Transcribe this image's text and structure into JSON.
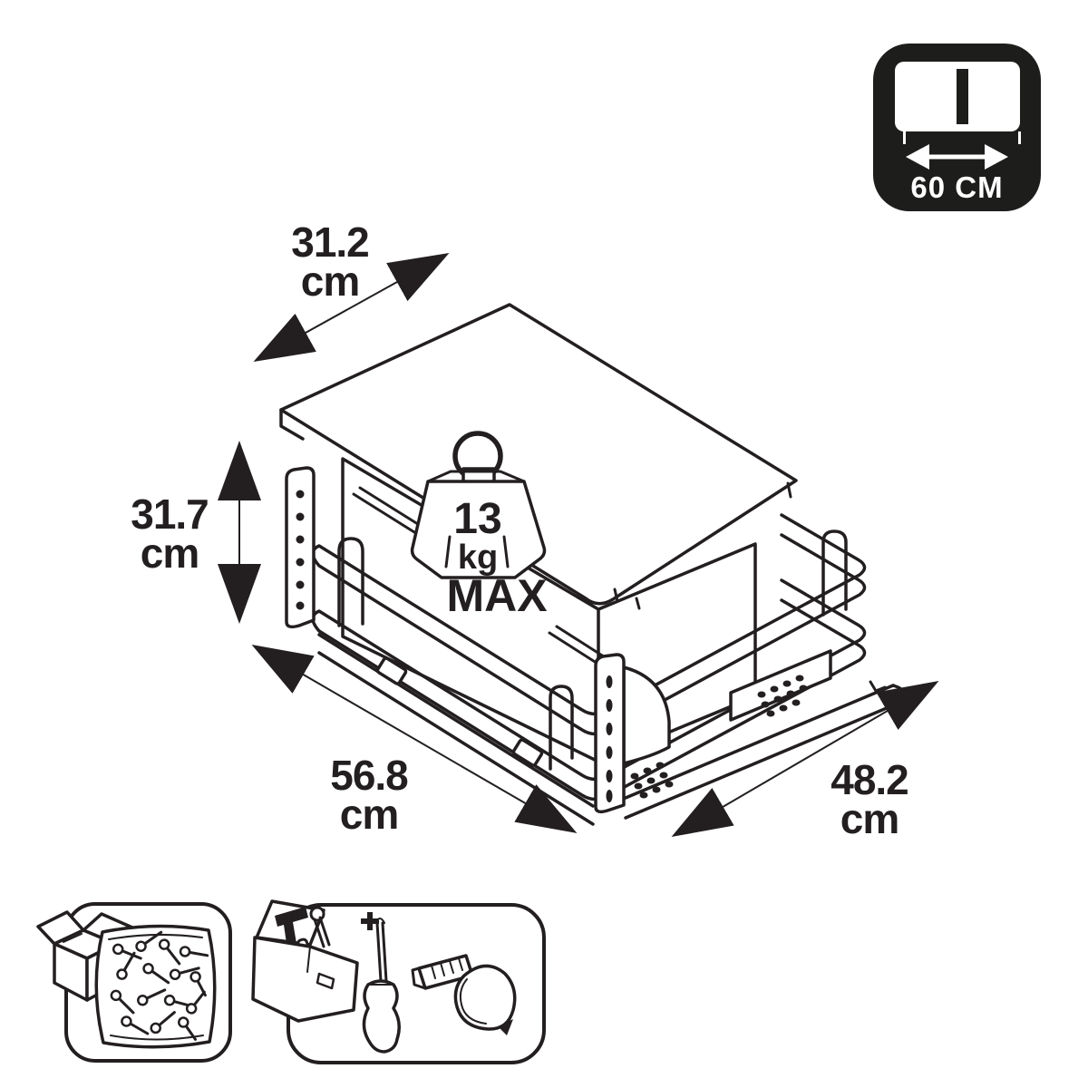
{
  "colors": {
    "background": "#ffffff",
    "line_color": "#231f20",
    "badge_bg": "#1d1d1b",
    "badge_fg": "#ffffff"
  },
  "illustration": {
    "subject": "pull-out cabinet drawer with cover panel, inner bin and wire basket on slide rails",
    "max_load": {
      "value": "13",
      "unit": "kg",
      "label": "MAX"
    }
  },
  "dimensions": {
    "top_depth": {
      "value": "31.2",
      "unit": "cm"
    },
    "height": {
      "value": "31.7",
      "unit": "cm"
    },
    "front_width": {
      "value": "56.8",
      "unit": "cm"
    },
    "pullout_depth": {
      "value": "48.2",
      "unit": "cm"
    }
  },
  "cabinet_badge": {
    "width_label": "60 CM"
  },
  "footer": {
    "icons": [
      {
        "name": "hardware-pack-icon",
        "meaning": "box with mounting screws included"
      },
      {
        "name": "tools-icon",
        "meaning": "toolbox, phillips screwdriver and tape measure needed"
      }
    ]
  }
}
